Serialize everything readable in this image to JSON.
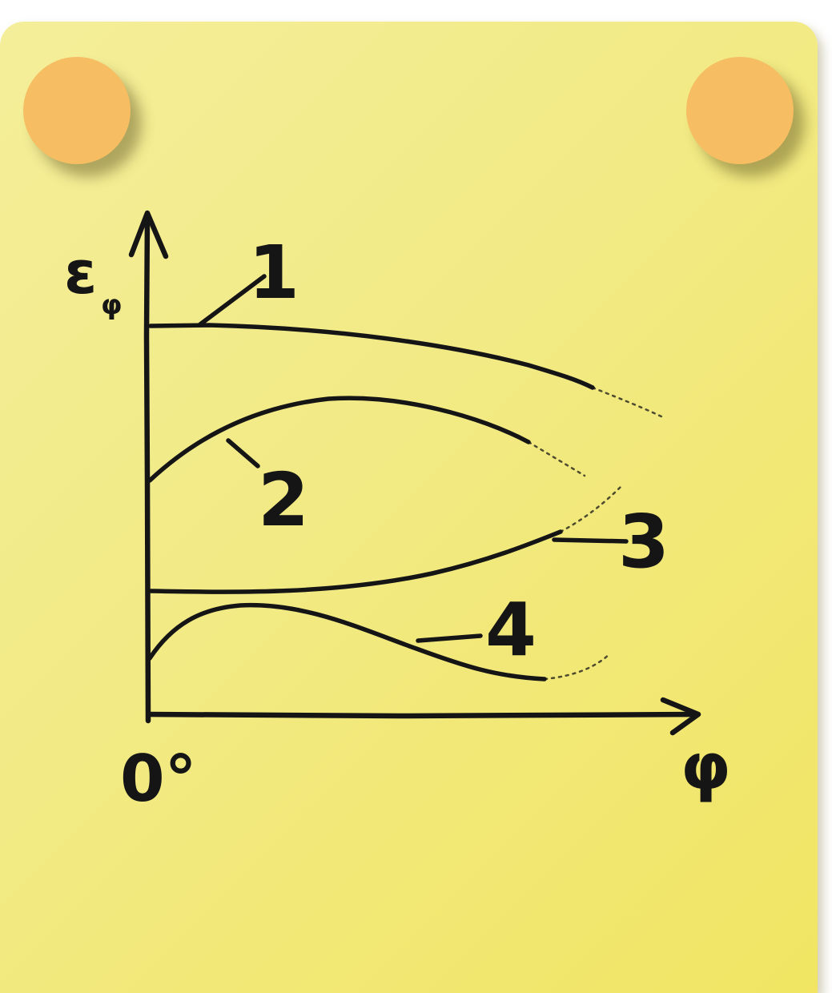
{
  "diagram": {
    "y_axis_label": "ε",
    "y_axis_subscript": "φ",
    "x_axis_label": "φ",
    "origin_label": "0°",
    "curve_labels": [
      "1",
      "2",
      "3",
      "4"
    ]
  },
  "colors": {
    "note": "#f2ea84",
    "pin": "#f6bd63",
    "ink": "#151515"
  }
}
